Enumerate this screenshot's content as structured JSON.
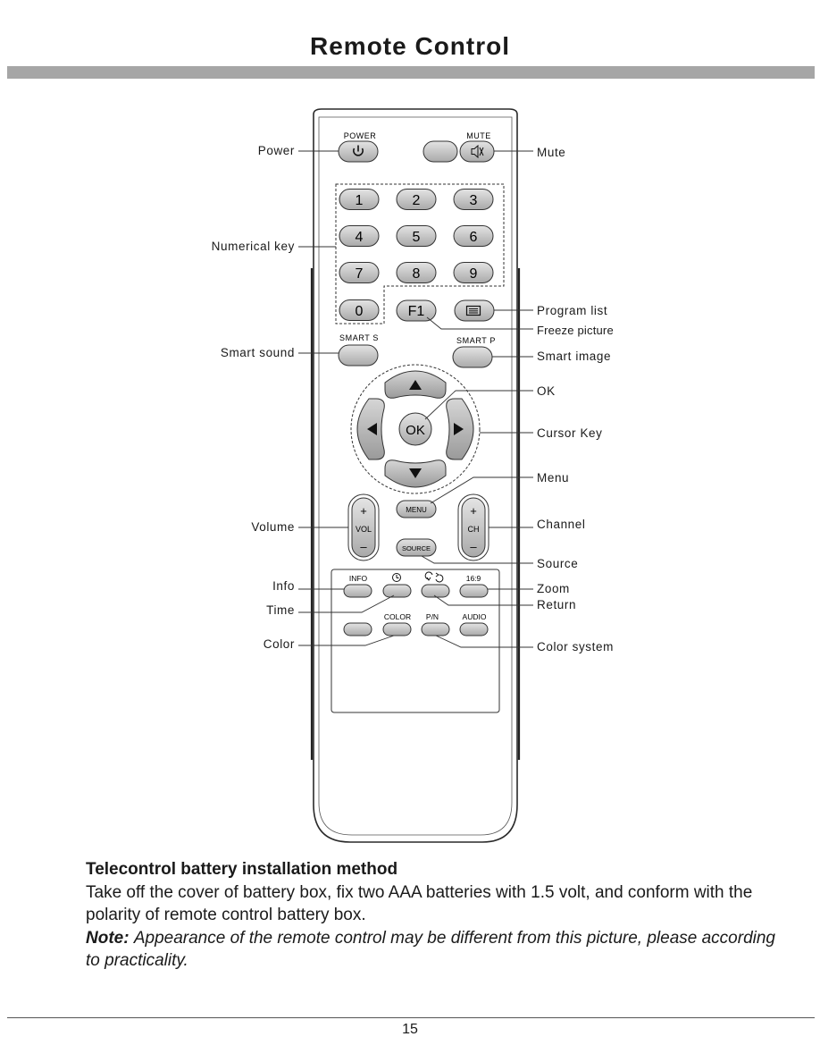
{
  "page": {
    "title": "Remote Control",
    "page_number": "15"
  },
  "remote": {
    "top_labels": {
      "power": "POWER",
      "mute": "MUTE"
    },
    "digits": [
      "1",
      "2",
      "3",
      "4",
      "5",
      "6",
      "7",
      "8",
      "9",
      "0"
    ],
    "f1": "F1",
    "smart_s": "SMART  S",
    "smart_p": "SMART  P",
    "ok": "OK",
    "menu": "MENU",
    "source": "SOURCE",
    "vol": {
      "plus": "+",
      "label": "VOL",
      "minus": "–"
    },
    "ch": {
      "plus": "+",
      "label": "CH",
      "minus": "–"
    },
    "bottom_row1": {
      "info": "INFO",
      "aspect": "16:9"
    },
    "bottom_row2": {
      "color": "COLOR",
      "pn": "P/N",
      "audio": "AUDIO"
    }
  },
  "callouts": {
    "left": {
      "power": "Power",
      "numerical_key": "Numerical key",
      "smart_sound": "Smart sound",
      "volume": "Volume",
      "info": "Info",
      "time": "Time",
      "color": "Color"
    },
    "right": {
      "mute": "Mute",
      "program_list": "Program list",
      "freeze_picture": "Freeze picture",
      "smart_image": "Smart  image",
      "ok": "OK",
      "cursor_key": "Cursor  Key",
      "menu": "Menu",
      "channel": "Channel",
      "source": "Source",
      "zoom": "Zoom",
      "return": "Return",
      "color_system": "Color system"
    }
  },
  "instructions": {
    "heading": "Telecontrol battery installation method",
    "body": "Take off the cover of battery box, fix two AAA batteries with 1.5 volt, and conform with the polarity of remote control battery box.",
    "note_label": "Note:",
    "note_text": "Appearance of the remote control may be different from this picture, please according to practicality."
  }
}
